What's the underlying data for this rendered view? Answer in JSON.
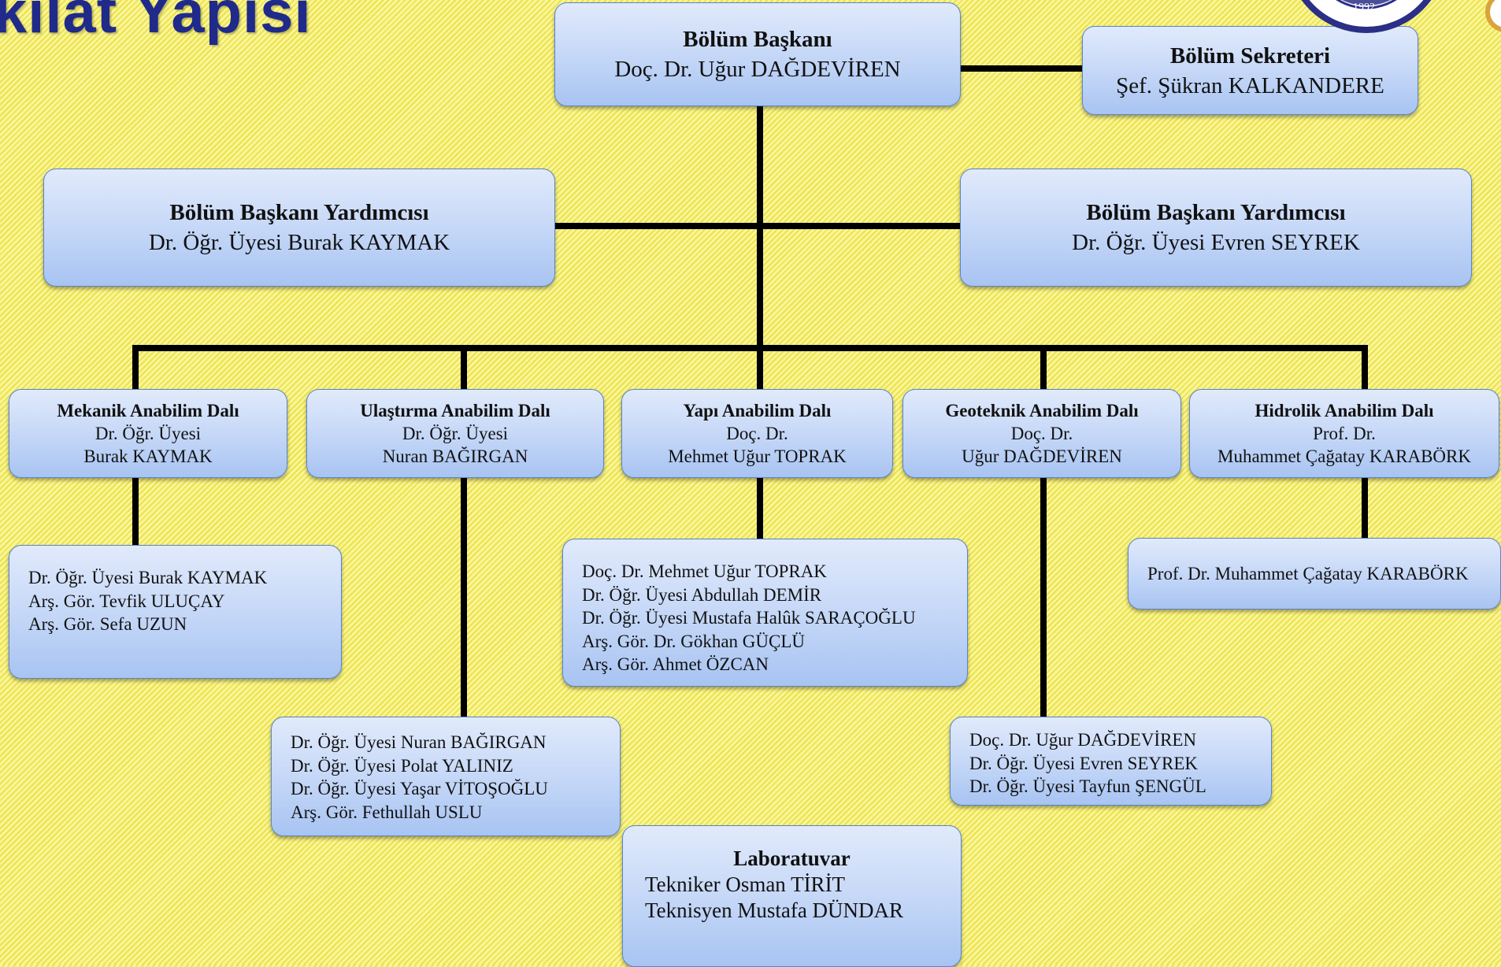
{
  "header": {
    "title": "kilat Yapısı"
  },
  "logo": {
    "year": "1992"
  },
  "head": {
    "title": "Bölüm Başkanı",
    "name": "Doç. Dr. Uğur DAĞDEVİREN"
  },
  "secretary": {
    "title": "Bölüm Sekreteri",
    "name": "Şef. Şükran KALKANDERE"
  },
  "deputies": [
    {
      "title": "Bölüm Başkanı Yardımcısı",
      "name": "Dr. Öğr. Üyesi Burak KAYMAK"
    },
    {
      "title": "Bölüm Başkanı Yardımcısı",
      "name": "Dr. Öğr. Üyesi Evren SEYREK"
    }
  ],
  "divisions": [
    {
      "title": "Mekanik Anabilim Dalı",
      "line1": "Dr. Öğr. Üyesi",
      "line2": "Burak KAYMAK",
      "members": [
        "Dr. Öğr. Üyesi Burak KAYMAK",
        "Arş. Gör. Tevfik ULUÇAY",
        "Arş. Gör. Sefa UZUN"
      ]
    },
    {
      "title": "Ulaştırma Anabilim Dalı",
      "line1": "Dr. Öğr. Üyesi",
      "line2": "Nuran BAĞIRGAN",
      "members": [
        "Dr. Öğr. Üyesi Nuran BAĞIRGAN",
        "Dr. Öğr. Üyesi Polat YALINIZ",
        "Dr. Öğr. Üyesi Yaşar VİTOŞOĞLU",
        "Arş. Gör. Fethullah USLU"
      ]
    },
    {
      "title": "Yapı Anabilim Dalı",
      "line1": "Doç. Dr.",
      "line2": "Mehmet Uğur TOPRAK",
      "members": [
        "Doç. Dr. Mehmet Uğur TOPRAK",
        "Dr. Öğr. Üyesi Abdullah DEMİR",
        "Dr. Öğr. Üyesi Mustafa Halûk SARAÇOĞLU",
        "Arş. Gör. Dr. Gökhan GÜÇLÜ",
        "Arş. Gör. Ahmet ÖZCAN"
      ]
    },
    {
      "title": "Geoteknik Anabilim Dalı",
      "line1": "Doç. Dr.",
      "line2": "Uğur DAĞDEVİREN",
      "members": [
        "Doç. Dr. Uğur DAĞDEVİREN",
        "Dr. Öğr. Üyesi Evren SEYREK",
        "Dr. Öğr. Üyesi Tayfun ŞENGÜL"
      ]
    },
    {
      "title": "Hidrolik Anabilim Dalı",
      "line1": "Prof. Dr.",
      "line2": "Muhammet Çağatay KARABÖRK",
      "members": [
        "Prof. Dr. Muhammet Çağatay KARABÖRK"
      ]
    }
  ],
  "laboratory": {
    "title": "Laboratuvar",
    "members": [
      "Tekniker Osman TİRİT",
      "Teknisyen Mustafa DÜNDAR"
    ]
  }
}
